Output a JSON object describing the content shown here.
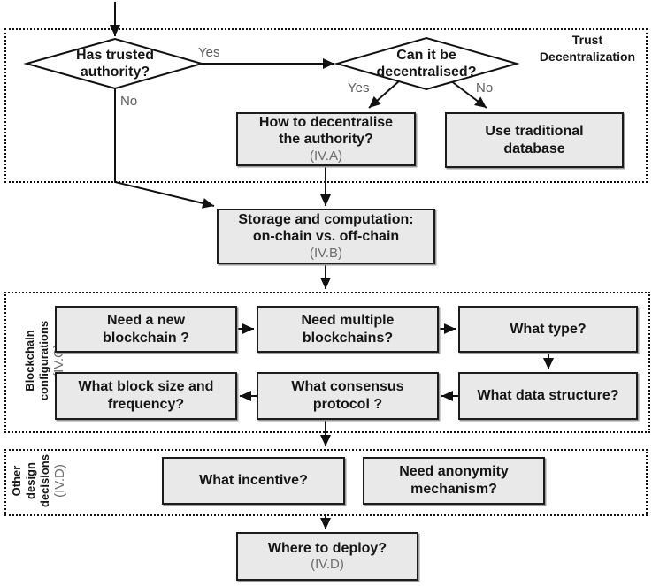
{
  "colors": {
    "box_fill": "#e9e9e9",
    "box_border": "#1c1c1c",
    "line": "#111111",
    "muted_label": "#5c5c5c",
    "sublabel": "#6c6c6c"
  },
  "sections": {
    "trust": {
      "label_line1": "Trust",
      "label_line2": "Decentralization"
    },
    "config": {
      "label_line1": "Blockchain",
      "label_line2": "configurations",
      "sublabel": "(IV.C)"
    },
    "other": {
      "label_line1": "Other",
      "label_line2": "design",
      "label_line3": "decisions",
      "sublabel": "(IV.D)"
    }
  },
  "nodes": {
    "has_authority": {
      "line1": "Has trusted",
      "line2": "authority?"
    },
    "can_decentralise": {
      "line1": "Can it be",
      "line2": "decentralised?"
    },
    "how_decentralise": {
      "line1": "How to decentralise",
      "line2": "the authority?",
      "sublabel": "(IV.A)"
    },
    "traditional_db": {
      "line1": "Use traditional",
      "line2": "database"
    },
    "storage": {
      "line1": "Storage and computation:",
      "line2": "on-chain vs. off-chain",
      "sublabel": "(IV.B)"
    },
    "need_new": {
      "line1": "Need a new",
      "line2": "blockchain ?"
    },
    "need_multiple": {
      "line1": "Need multiple",
      "line2": "blockchains?"
    },
    "what_type": {
      "line1": "What type?"
    },
    "data_structure": {
      "line1": "What data structure?"
    },
    "consensus": {
      "line1": "What consensus",
      "line2": "protocol ?"
    },
    "block_size": {
      "line1": "What block size and",
      "line2": "frequency?"
    },
    "incentive": {
      "line1": "What incentive?"
    },
    "anonymity": {
      "line1": "Need anonymity",
      "line2": "mechanism?"
    },
    "deploy": {
      "line1": "Where to deploy?",
      "sublabel": "(IV.D)"
    }
  },
  "edge_labels": {
    "d1_yes": "Yes",
    "d1_no": "No",
    "d2_yes": "Yes",
    "d2_no": "No"
  }
}
